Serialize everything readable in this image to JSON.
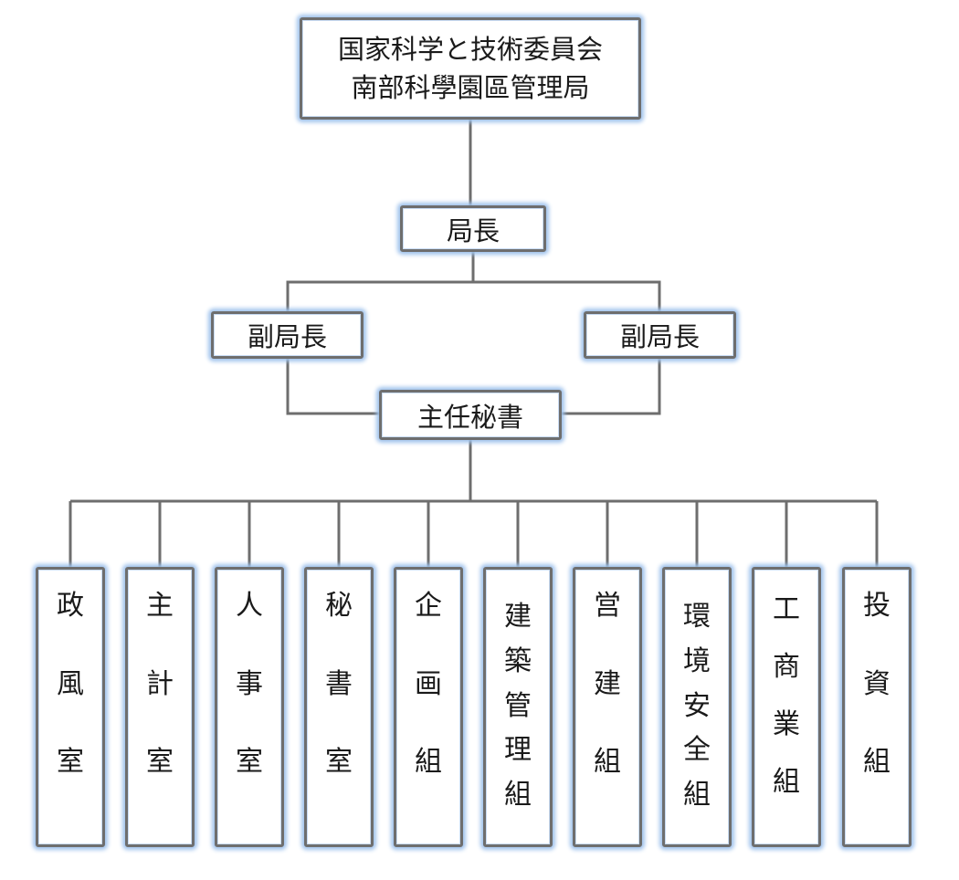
{
  "org_chart": {
    "root": {
      "line1": "国家科学と技術委員会",
      "line2": "南部科學園區管理局"
    },
    "director": "局長",
    "deputies": [
      "副局長",
      "副局長"
    ],
    "secretary": "主任秘書",
    "units": [
      "政風室",
      "主計室",
      "人事室",
      "秘書室",
      "企画組",
      "建築管理組",
      "営建組",
      "環境安全組",
      "工商業組",
      "投資組"
    ]
  },
  "colors": {
    "line": "#6e6e6e",
    "glow": "#9fc2ec",
    "box_bg": "#ffffff"
  }
}
